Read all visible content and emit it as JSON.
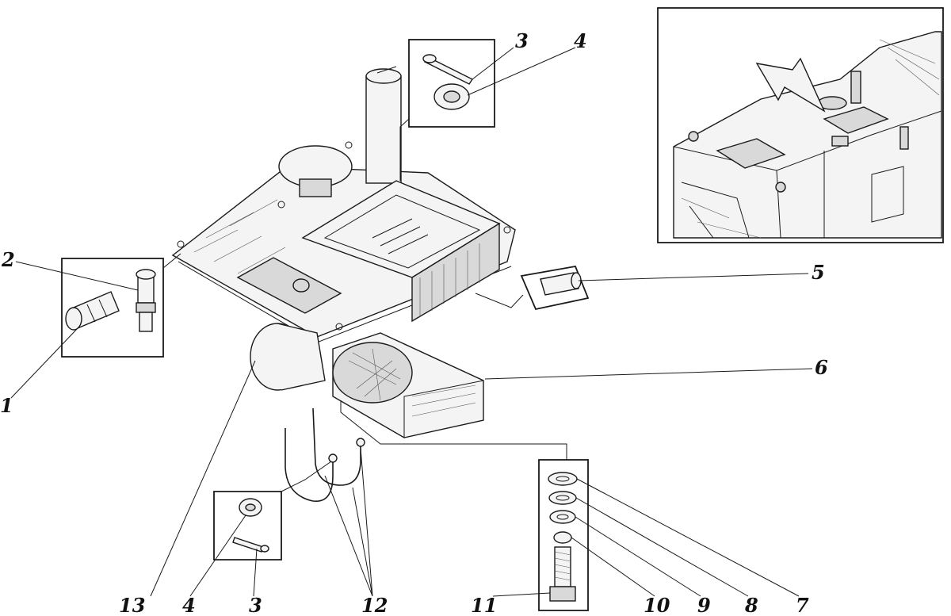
{
  "callouts": [
    {
      "id": "1",
      "text": "1"
    },
    {
      "id": "2",
      "text": "2"
    },
    {
      "id": "3a",
      "text": "3"
    },
    {
      "id": "4a",
      "text": "4"
    },
    {
      "id": "5",
      "text": "5"
    },
    {
      "id": "6",
      "text": "6"
    },
    {
      "id": "7",
      "text": "7"
    },
    {
      "id": "8",
      "text": "8"
    },
    {
      "id": "9",
      "text": "9"
    },
    {
      "id": "10",
      "text": "10"
    },
    {
      "id": "11",
      "text": "11"
    },
    {
      "id": "12",
      "text": "12"
    },
    {
      "id": "13",
      "text": "13"
    },
    {
      "id": "4b",
      "text": "4"
    },
    {
      "id": "3b",
      "text": "3"
    }
  ]
}
